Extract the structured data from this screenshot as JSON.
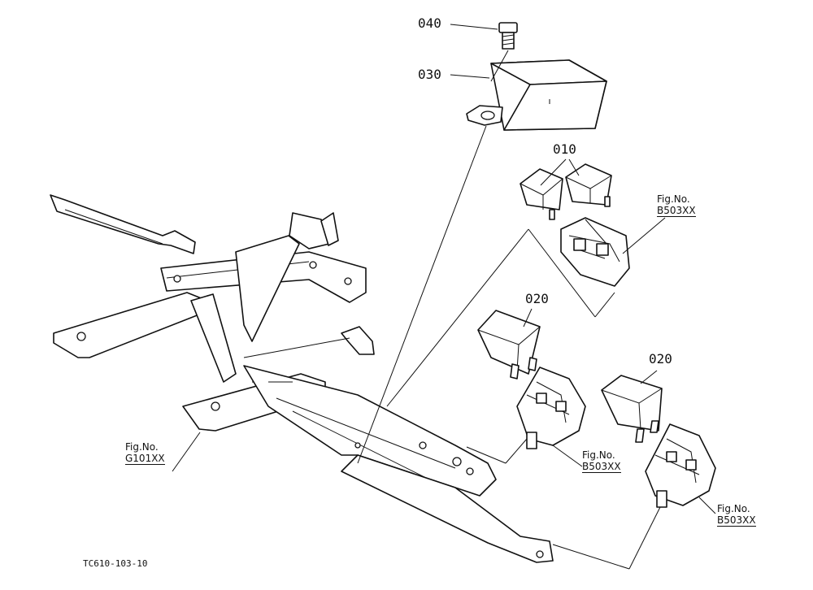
{
  "parts": {
    "p040": "040",
    "p030": "030",
    "p010": "010",
    "p020a": "020",
    "p020b": "020"
  },
  "fig_refs": {
    "caption": "Fig.No.",
    "ref_g101": "G101XX",
    "ref_b503_top": "B503XX",
    "ref_b503_mid": "B503XX",
    "ref_b503_bot": "B503XX"
  },
  "drawing_code": "TC610-103-10",
  "colors": {
    "line": "#111111",
    "background": "#ffffff"
  }
}
